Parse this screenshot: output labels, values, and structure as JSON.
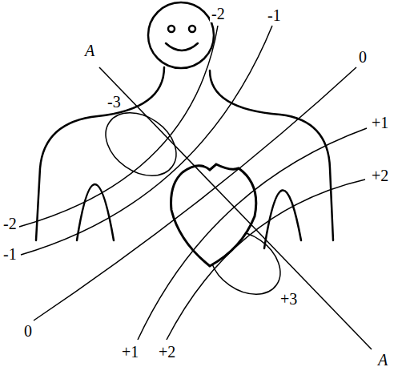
{
  "diagram": {
    "labels": [
      "A",
      "-3",
      "-2",
      "-1",
      "0",
      "+1",
      "+2",
      "-2",
      "-1",
      "+3",
      "0",
      "+1",
      "+2",
      "A"
    ]
  }
}
